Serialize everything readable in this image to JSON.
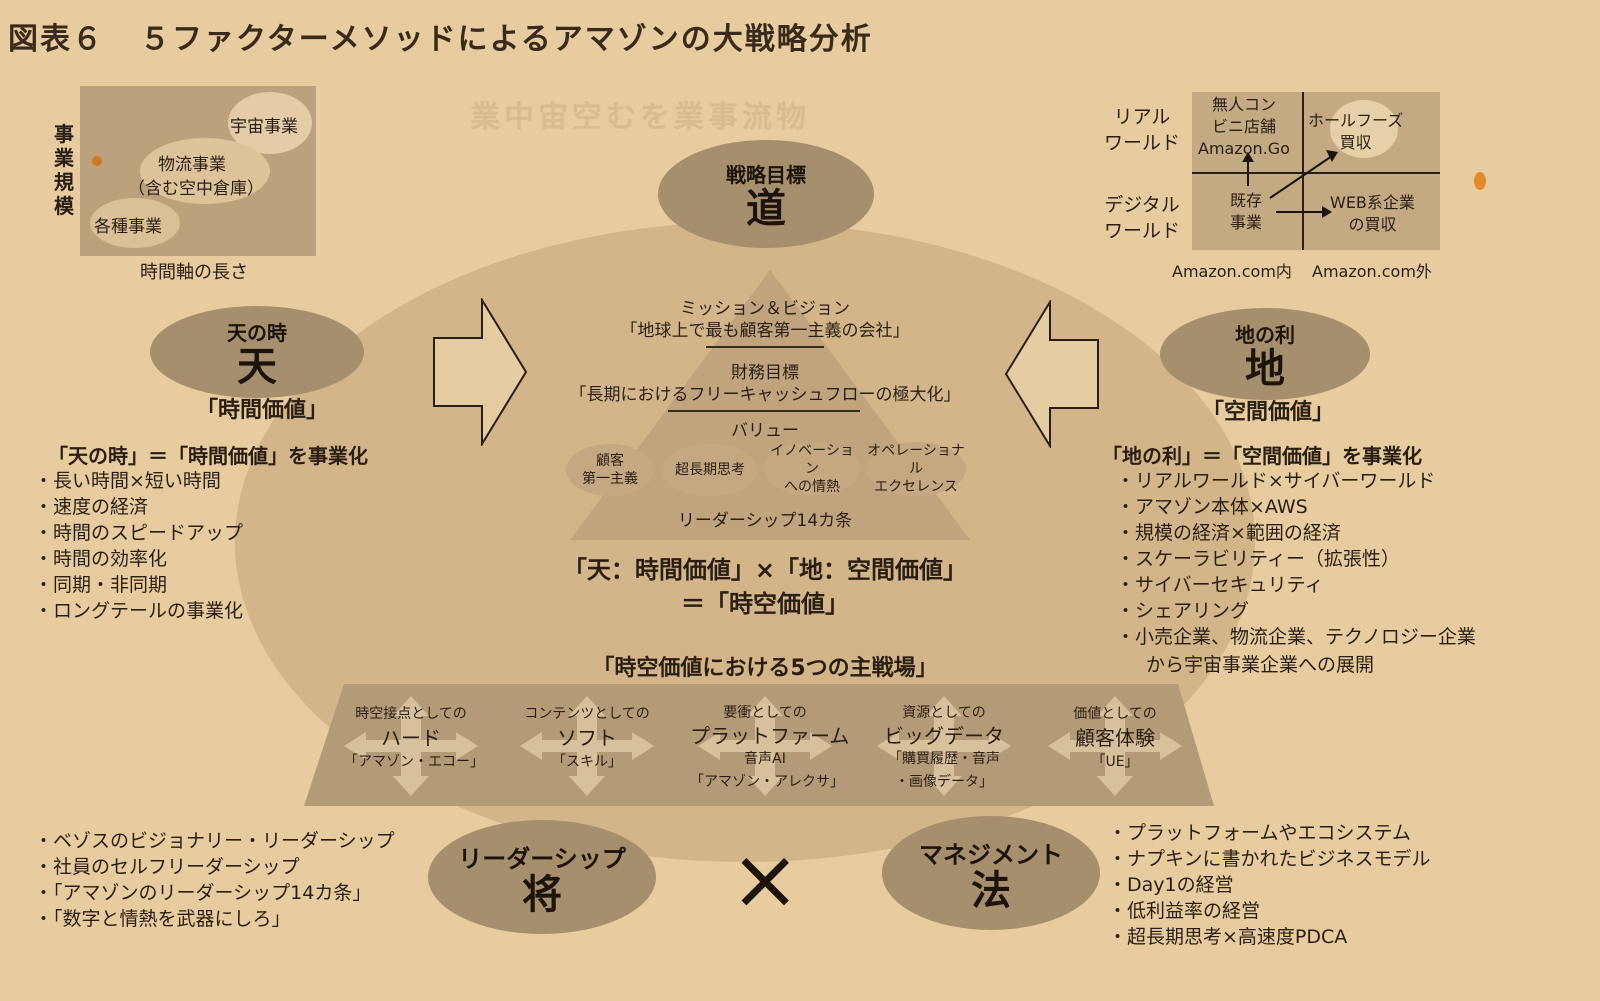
{
  "title": {
    "num": "図表６",
    "text": "５ファクターメソッドによるアマゾンの大戦略分析"
  },
  "top_left_chart": {
    "y_axis": "事業規模",
    "x_axis": "時間軸の長さ",
    "items": [
      "宇宙事業",
      "物流事業",
      "（含む空中倉庫）",
      "各種事業"
    ]
  },
  "top_center": {
    "small": "戦略目標",
    "big": "道"
  },
  "top_right_matrix": {
    "row1": "リアル",
    "row1b": "ワールド",
    "row2": "デジタル",
    "row2b": "ワールド",
    "col1": "Amazon.com内",
    "col2": "Amazon.com外",
    "cell_tl": [
      "無人コン",
      "ビニ店舗",
      "Amazon.Go"
    ],
    "cell_tr": [
      "ホールフーズ",
      "買収"
    ],
    "cell_bl": [
      "既存",
      "事業"
    ],
    "cell_br": [
      "WEB系企業",
      "の買収"
    ]
  },
  "left": {
    "small": "天の時",
    "big": "天",
    "value": "「時間価値」",
    "heading": "「天の時」＝「時間価値」を事業化",
    "items": [
      "長い時間×短い時間",
      "速度の経済",
      "時間のスピードアップ",
      "時間の効率化",
      "同期・非同期",
      "ロングテールの事業化"
    ]
  },
  "right": {
    "small": "地の利",
    "big": "地",
    "value": "「空間価値」",
    "heading": "「地の利」＝「空間価値」を事業化",
    "items": [
      "リアルワールド×サイバーワールド",
      "アマゾン本体×AWS",
      "規模の経済×範囲の経済",
      "スケーラビリティー（拡張性）",
      "サイバーセキュリティ",
      "シェアリング",
      "小売企業、物流企業、テクノロジー企業"
    ],
    "items_cont": "から宇宙事業企業への展開"
  },
  "pyramid": {
    "mission_label": "ミッション＆ビジョン",
    "mission": "「地球上で最も顧客第一主義の会社」",
    "finance_label": "財務目標",
    "finance": "「長期におけるフリーキャッシュフローの極大化」",
    "value_label": "バリュー",
    "values": [
      [
        "顧客",
        "第一主義"
      ],
      [
        "超長期思考"
      ],
      [
        "イノベーション",
        "への情熱"
      ],
      [
        "オペレーショナル",
        "エクセレンス"
      ]
    ],
    "leadership": "リーダーシップ14カ条"
  },
  "equation": {
    "line1": "「天：時間価値」×「地：空間価値」",
    "line2": "＝「時空価値」"
  },
  "battlefields": {
    "title": "「時空価値における5つの主戦場」",
    "items": [
      {
        "top": "時空接点としての",
        "main": "ハード",
        "sub": [
          "「アマゾン・エコー」"
        ]
      },
      {
        "top": "コンテンツとしての",
        "main": "ソフト",
        "sub": [
          "「スキル」"
        ]
      },
      {
        "top": "要衝としての",
        "main": "プラットファーム",
        "sub": [
          "音声AI",
          "「アマゾン・アレクサ」"
        ]
      },
      {
        "top": "資源としての",
        "main": "ビッグデータ",
        "sub": [
          "「購買履歴・音声",
          "・画像データ」"
        ]
      },
      {
        "top": "価値としての",
        "main": "顧客体験",
        "sub": [
          "「UE」"
        ]
      }
    ]
  },
  "bottom_left": {
    "items": [
      "ベゾスのビジョナリー・リーダーシップ",
      "社員のセルフリーダーシップ",
      "「アマゾンのリーダーシップ14カ条」",
      "「数字と情熱を武器にしろ」"
    ],
    "small": "リーダーシップ",
    "big": "将"
  },
  "cross": "×",
  "bottom_right": {
    "small": "マネジメント",
    "big": "法",
    "items": [
      "プラットフォームやエコシステム",
      "ナプキンに書かれたビジネスモデル",
      "Day1の経営",
      "低利益率の経営",
      "超長期思考×高速度PDCA"
    ]
  },
  "colors": {
    "paper": "#e6cc9f",
    "ellipse": "#a68f6c",
    "oval": "#d2b68a",
    "trapezoid": "#b39b77",
    "ink": "#2a1e12"
  }
}
